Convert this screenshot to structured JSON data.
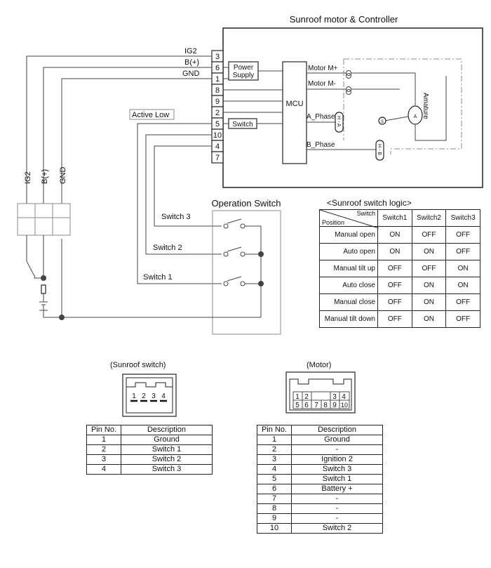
{
  "diagram": {
    "controller_title": "Sunroof motor & Controller",
    "power_labels": {
      "ig2": "IG2",
      "bplus": "B(+)",
      "gnd": "GND"
    },
    "connector_pins": [
      "3",
      "6",
      "1",
      "8",
      "9",
      "2",
      "5",
      "10",
      "4",
      "7"
    ],
    "blocks": {
      "power_supply_line1": "Power",
      "power_supply_line2": "Supply",
      "mcu": "MCU",
      "switch": "Switch"
    },
    "signals": {
      "motor_plus": "Motor M+",
      "motor_minus": "Motor M-",
      "a_phase": "A_Phase",
      "b_phase": "B_Phase",
      "hall_a": "H - A",
      "hall_b": "H - B",
      "amature": "Amature",
      "a_badge": "A",
      "s_badge": "S"
    },
    "active_low": "Active Low",
    "operation_switch_title": "Operation Switch",
    "switch_labels": [
      "Switch 3",
      "Switch 2",
      "Switch 1"
    ],
    "side_labels": [
      "IG2",
      "B(+)",
      "GND"
    ]
  },
  "logic_table": {
    "title": "<Sunroof switch logic>",
    "corner_top": "Switch",
    "corner_bottom": "Position",
    "columns": [
      "Switch1",
      "Switch2",
      "Switch3"
    ],
    "rows": [
      {
        "position": "Manual open",
        "values": [
          "ON",
          "OFF",
          "OFF"
        ]
      },
      {
        "position": "Auto open",
        "values": [
          "ON",
          "ON",
          "OFF"
        ]
      },
      {
        "position": "Manual tilt up",
        "values": [
          "OFF",
          "OFF",
          "ON"
        ]
      },
      {
        "position": "Auto close",
        "values": [
          "OFF",
          "ON",
          "ON"
        ]
      },
      {
        "position": "Manual close",
        "values": [
          "OFF",
          "ON",
          "OFF"
        ]
      },
      {
        "position": "Manual tilt down",
        "values": [
          "OFF",
          "ON",
          "OFF"
        ]
      }
    ]
  },
  "sunroof_switch": {
    "title": "(Sunroof switch)",
    "connector_pins": [
      "1",
      "2",
      "3",
      "4"
    ],
    "headers": [
      "Pin No.",
      "Description"
    ],
    "rows": [
      {
        "pin": "1",
        "desc": "Ground"
      },
      {
        "pin": "2",
        "desc": "Switch 1"
      },
      {
        "pin": "3",
        "desc": "Switch 2"
      },
      {
        "pin": "4",
        "desc": "Switch 3"
      }
    ]
  },
  "motor": {
    "title": "(Motor)",
    "connector_top": [
      "1",
      "2",
      "",
      "3",
      "4"
    ],
    "connector_bottom": [
      "5",
      "6",
      "7",
      "8",
      "9",
      "10"
    ],
    "headers": [
      "Pin No.",
      "Description"
    ],
    "rows": [
      {
        "pin": "1",
        "desc": "Ground"
      },
      {
        "pin": "2",
        "desc": "-"
      },
      {
        "pin": "3",
        "desc": "Ignition 2"
      },
      {
        "pin": "4",
        "desc": "Switch 3"
      },
      {
        "pin": "5",
        "desc": "Switch 1"
      },
      {
        "pin": "6",
        "desc": "Battery +"
      },
      {
        "pin": "7",
        "desc": "-"
      },
      {
        "pin": "8",
        "desc": "-"
      },
      {
        "pin": "9",
        "desc": "-"
      },
      {
        "pin": "10",
        "desc": "Switch 2"
      }
    ]
  }
}
